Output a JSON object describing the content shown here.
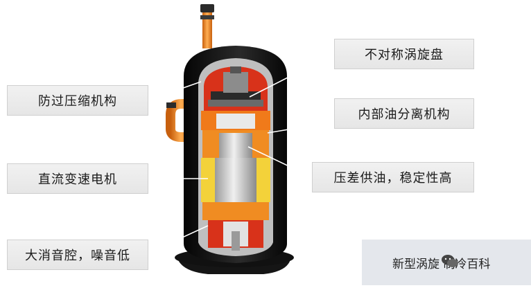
{
  "labels": {
    "left": [
      "防过压缩机构",
      "直流变速电机",
      "大消音腔，噪音低"
    ],
    "right": [
      "不对称涡旋盘",
      "内部油分离机构",
      "压差供油，稳定性高"
    ]
  },
  "watermark": {
    "text": "新型涡旋    制冷百科"
  },
  "colors": {
    "shell": "#121212",
    "cutaway": "#c8c8c8",
    "orange": "#f07a1a",
    "red": "#d8321a",
    "yellow": "#f3d23a",
    "pipe": "#f08c22"
  }
}
